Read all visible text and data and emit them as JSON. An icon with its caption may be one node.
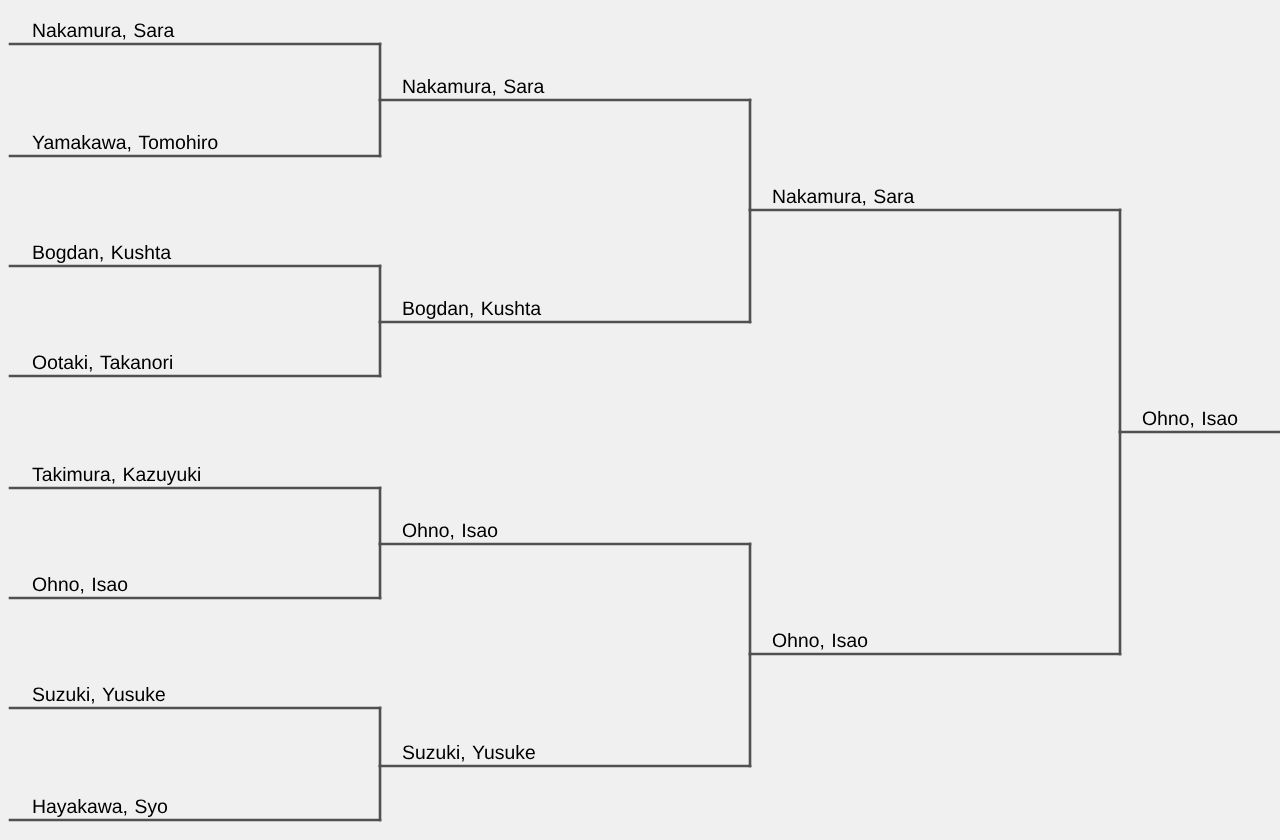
{
  "diagram": {
    "nodes": [
      {
        "text": [
          "Nakamura, Sara"
        ]
      },
      {
        "text": [
          "Yamakawa, Tomohiro"
        ]
      },
      {
        "text": [
          "Bogdan, Kushta"
        ]
      },
      {
        "text": [
          "Ootaki, Takanori"
        ]
      },
      {
        "text": [
          "Takimura, Kazuyuki"
        ]
      },
      {
        "text": [
          "Ohno, Isao"
        ]
      },
      {
        "text": [
          "Suzuki, Yusuke"
        ]
      },
      {
        "text": [
          "Hayakawa, Syo"
        ]
      },
      {
        "text": [
          "Nakamura, Sara"
        ]
      },
      {
        "text": [
          "Bogdan, Kushta"
        ]
      },
      {
        "text": [
          "Ohno, Isao"
        ]
      },
      {
        "text": [
          "Suzuki, Yusuke"
        ]
      },
      {
        "text": [
          "Nakamura, Sara"
        ]
      },
      {
        "text": [
          "Ohno, Isao"
        ]
      },
      {
        "text": [
          "Ohno, Isao"
        ]
      }
    ],
    "edges": [
      {
        "from": 0,
        "to": 8,
        "arrow": "none"
      },
      {
        "from": 1,
        "to": 8,
        "arrow": "none"
      },
      {
        "from": 2,
        "to": 9,
        "arrow": "none"
      },
      {
        "from": 3,
        "to": 9,
        "arrow": "none"
      },
      {
        "from": 4,
        "to": 10,
        "arrow": "none"
      },
      {
        "from": 5,
        "to": 10,
        "arrow": "none"
      },
      {
        "from": 6,
        "to": 11,
        "arrow": "none"
      },
      {
        "from": 7,
        "to": 11,
        "arrow": "none"
      },
      {
        "from": 8,
        "to": 12,
        "arrow": "none"
      },
      {
        "from": 9,
        "to": 12,
        "arrow": "none"
      },
      {
        "from": 10,
        "to": 13,
        "arrow": "none"
      },
      {
        "from": 11,
        "to": 13,
        "arrow": "none"
      },
      {
        "from": 12,
        "to": 14,
        "arrow": "none"
      },
      {
        "from": 13,
        "to": 14,
        "arrow": "none"
      }
    ]
  }
}
